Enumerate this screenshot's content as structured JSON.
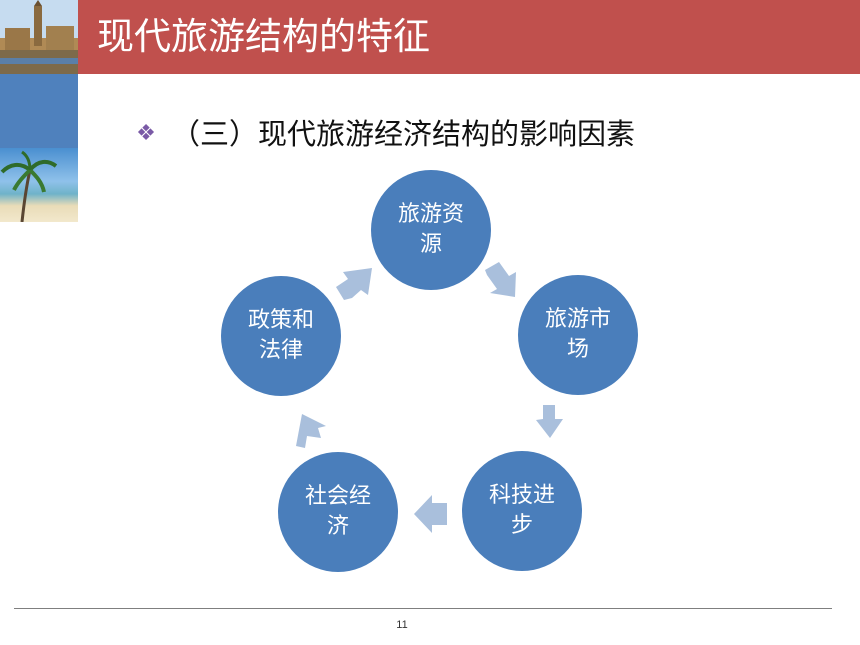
{
  "header": {
    "title": "现代旅游结构的特征"
  },
  "subtitle": {
    "bullet_icon": "diamond-bullet-icon",
    "text": "（三）现代旅游经济结构的影响因素"
  },
  "diagram": {
    "nodes": [
      {
        "line1": "旅游资",
        "line2": "源"
      },
      {
        "line1": "旅游市",
        "line2": "场"
      },
      {
        "line1": "科技进",
        "line2": "步"
      },
      {
        "line1": "社会经",
        "line2": "济"
      },
      {
        "line1": "政策和",
        "line2": "法律"
      }
    ],
    "colors": {
      "node": "#4a7ebb",
      "arrow": "#a9bfdc"
    }
  },
  "footer": {
    "page_number": "11"
  },
  "colors": {
    "header": "#c0504d",
    "left_block": "#4f81bd"
  }
}
